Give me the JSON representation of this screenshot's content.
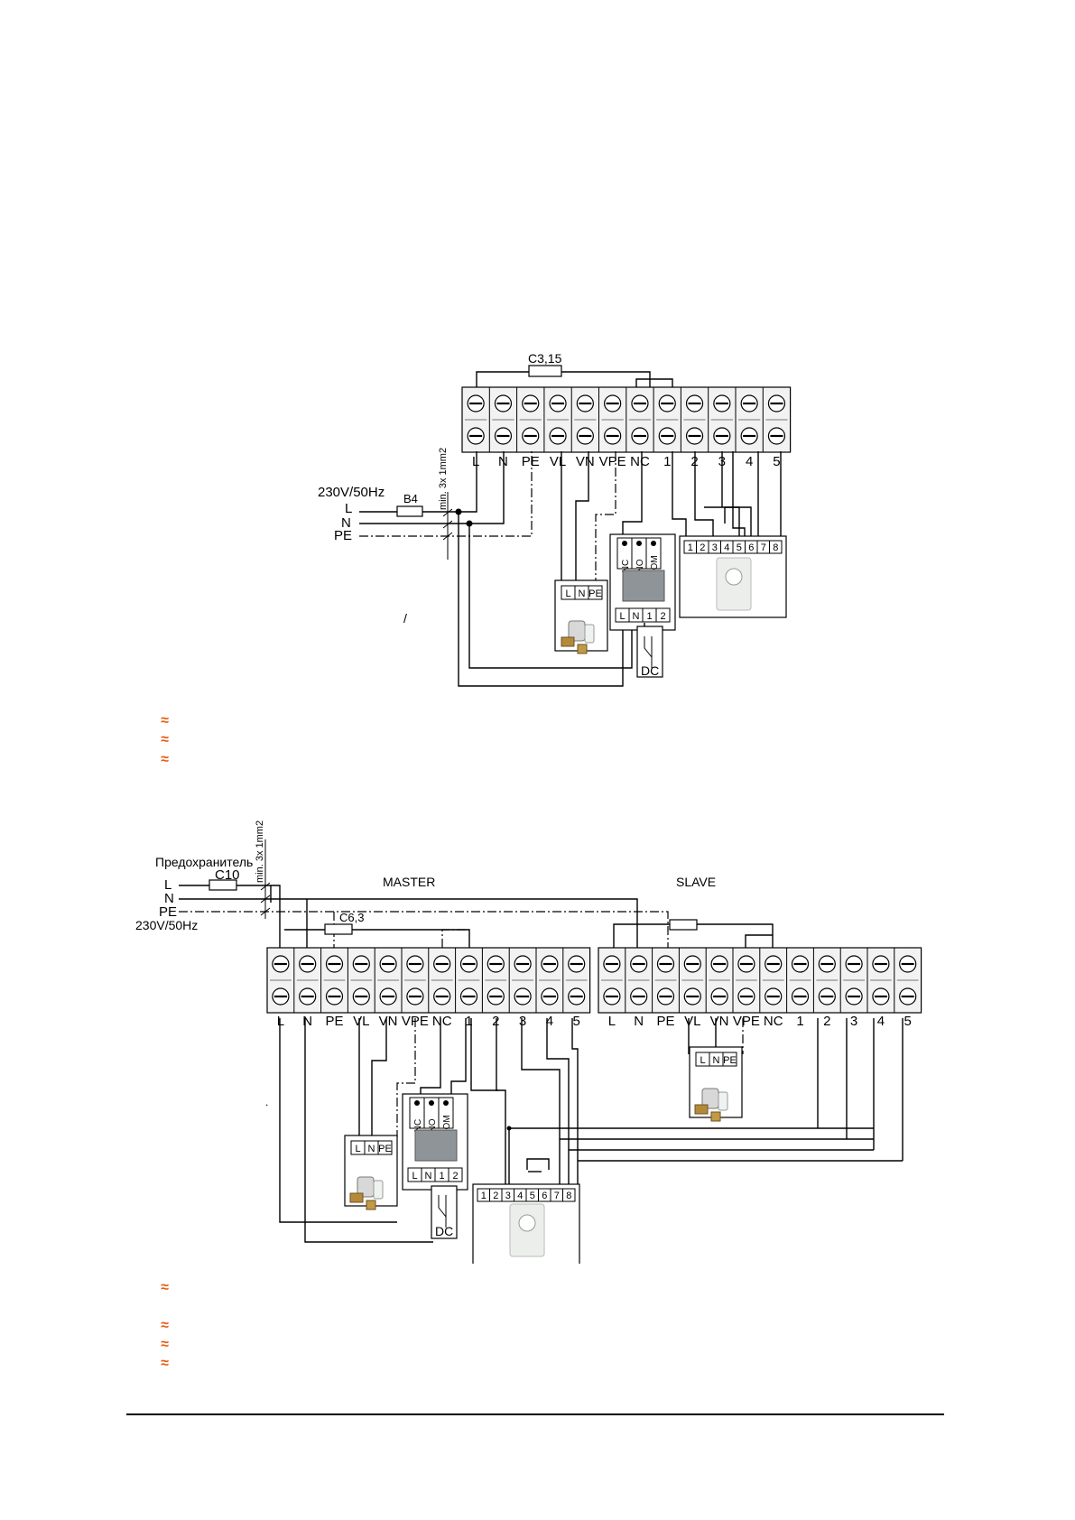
{
  "diagram1": {
    "fuse_top": "C3,15",
    "fuse_left": "B4",
    "supply": "230V/50Hz",
    "cable": "min. 3x 1mm2",
    "lines": [
      "L",
      "N",
      "PE"
    ],
    "terminals": [
      "L",
      "N",
      "PE",
      "VL",
      "VN",
      "VPE",
      "NC",
      "1",
      "2",
      "3",
      "4",
      "5"
    ],
    "valve_terms": [
      "L",
      "N",
      "PE"
    ],
    "relay_top": [
      "NC",
      "NO",
      "COM"
    ],
    "relay_bottom": [
      "L",
      "N",
      "1",
      "2"
    ],
    "thermo_terms": [
      "1",
      "2",
      "3",
      "4",
      "5",
      "6",
      "7",
      "8"
    ],
    "dc": "DC",
    "tick": "/"
  },
  "diagram2": {
    "fuse_label": "Предохранитель",
    "fuse_main": "C10",
    "fuse_master": "C6,3",
    "supply": "230V/50Hz",
    "cable": "min. 3x 1mm2",
    "lines": [
      "L",
      "N",
      "PE"
    ],
    "master": "MASTER",
    "slave": "SLAVE",
    "terminals": [
      "L",
      "N",
      "PE",
      "VL",
      "VN",
      "VPE",
      "NC",
      "1",
      "2",
      "3",
      "4",
      "5"
    ],
    "valve_terms": [
      "L",
      "N",
      "PE"
    ],
    "relay_top": [
      "NC",
      "NO",
      "COM"
    ],
    "relay_bottom": [
      "L",
      "N",
      "1",
      "2"
    ],
    "thermo_terms": [
      "1",
      "2",
      "3",
      "4",
      "5",
      "6",
      "7",
      "8"
    ],
    "dc": "DC"
  },
  "bullets": {
    "symbol": "≈",
    "group1_count": 3,
    "group2_count": 4
  },
  "colors": {
    "bullet": "#e85a10",
    "line": "#000000",
    "module_gray": "#8f9498"
  }
}
